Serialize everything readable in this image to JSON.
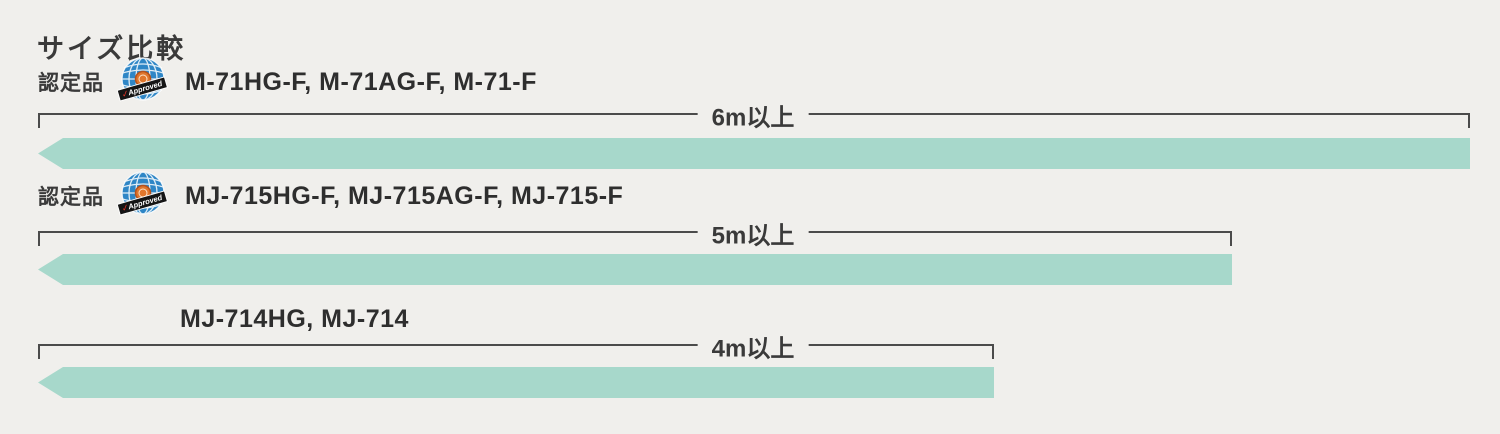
{
  "page": {
    "title": "サイズ比較",
    "background": "#f0efec"
  },
  "badge": {
    "name": "approved-certification-mark",
    "check": "✓",
    "banner_text": "Approved"
  },
  "colors": {
    "bar": "#a7d8cb",
    "bracket_line": "#4b4b4b",
    "text": "#3a3a3a",
    "badge_blue": "#2e86c6",
    "badge_center_orange": "#e0762c",
    "banner_black": "#151515",
    "check_red": "#e03226"
  },
  "rows": [
    {
      "certified_label": "認定品",
      "has_badge": true,
      "models": "M-71HG-F, M-71AG-F, M-71-F",
      "size_label": "6m以上"
    },
    {
      "certified_label": "認定品",
      "has_badge": true,
      "models": "MJ-715HG-F, MJ-715AG-F, MJ-715-F",
      "size_label": "5m以上"
    },
    {
      "certified_label": "",
      "has_badge": false,
      "models": "MJ-714HG, MJ-714",
      "size_label": "4m以上"
    }
  ],
  "chart_data": {
    "type": "bar",
    "orientation": "horizontal",
    "title": "サイズ比較",
    "categories": [
      "M-71HG-F, M-71AG-F, M-71-F",
      "MJ-715HG-F, MJ-715AG-F, MJ-715-F",
      "MJ-714HG, MJ-714"
    ],
    "values": [
      6,
      5,
      4
    ],
    "unit": "m",
    "value_labels": [
      "6m以上",
      "5m以上",
      "4m以上"
    ],
    "certified_flags": [
      true,
      true,
      false
    ],
    "bar_color": "#a7d8cb",
    "bar_style": "left-pointing-arrow",
    "legend": "none",
    "grid": false
  }
}
